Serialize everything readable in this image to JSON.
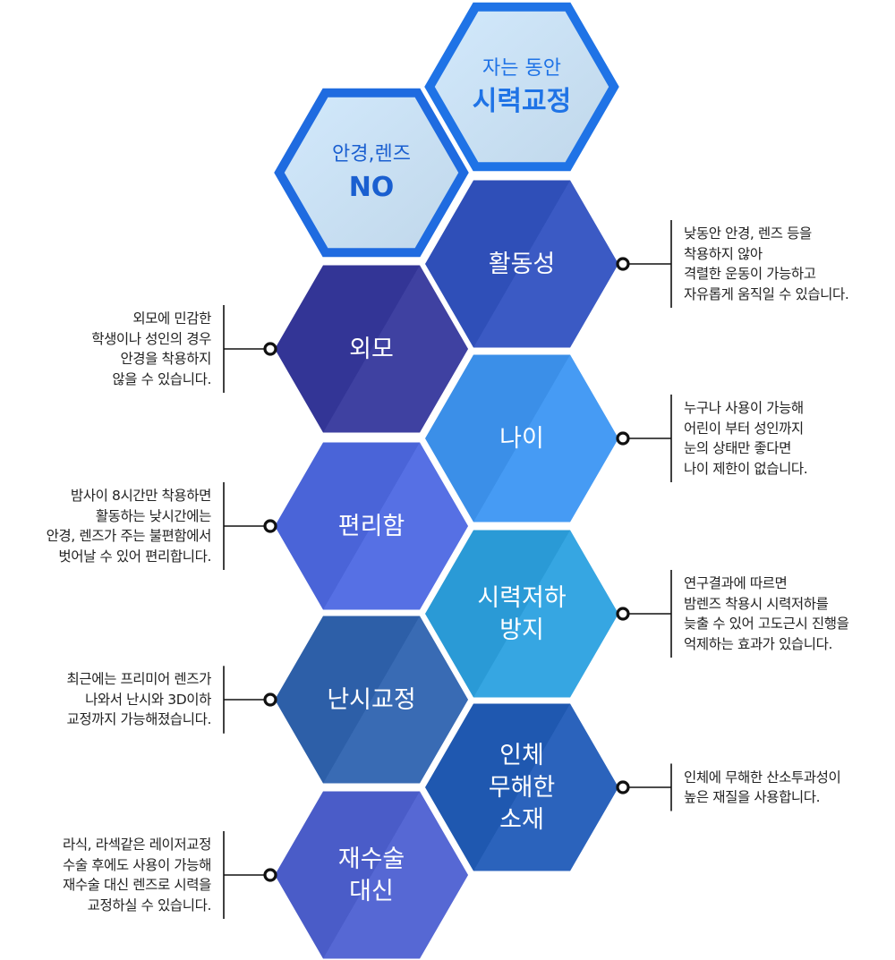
{
  "top_badges": [
    {
      "line1": "자는 동안",
      "line2": "시력교정",
      "fill": "#d2e9fc",
      "stroke": "#1f73e6",
      "text_color": "#1f73e6"
    },
    {
      "line1": "안경,렌즈",
      "line2": "NO",
      "fill": "#d2e9fc",
      "stroke": "#1f6be0",
      "text_color": "#1a5fd0"
    }
  ],
  "features": [
    {
      "label_lines": [
        "활동성"
      ],
      "color": "#2f4fb8",
      "side": "right",
      "desc": [
        "낮동안 안경, 렌즈 등을",
        "착용하지 않아",
        "격렬한 운동이 가능하고",
        "자유롭게 움직일 수 있습니다."
      ]
    },
    {
      "label_lines": [
        "외모"
      ],
      "color": "#333596",
      "side": "left",
      "desc": [
        "외모에 민감한",
        "학생이나 성인의 경우",
        "안경을 착용하지",
        "않을 수 있습니다."
      ]
    },
    {
      "label_lines": [
        "나이"
      ],
      "color": "#3b8fe8",
      "side": "right",
      "desc": [
        "누구나 사용이 가능해",
        "어린이 부터 성인까지",
        "눈의 상태만 좋다면",
        "나이 제한이 없습니다."
      ]
    },
    {
      "label_lines": [
        "편리함"
      ],
      "color": "#4a64d8",
      "side": "left",
      "desc": [
        "밤사이 8시간만 착용하면",
        "활동하는 낮시간에는",
        "안경, 렌즈가 주는 불편함에서",
        "벗어날 수 있어 편리합니다."
      ]
    },
    {
      "label_lines": [
        "시력저하",
        "방지"
      ],
      "color": "#2a9ad6",
      "side": "right",
      "desc": [
        "연구결과에 따르면",
        "밤렌즈 착용시 시력저하를",
        "늦출 수 있어 고도근시 진행을",
        "억제하는 효과가 있습니다."
      ]
    },
    {
      "label_lines": [
        "난시교정"
      ],
      "color": "#2d5fa8",
      "side": "left",
      "desc": [
        "최근에는 프리미어 렌즈가",
        "나와서  난시와 3D이하",
        "교정까지 가능해졌습니다."
      ]
    },
    {
      "label_lines": [
        "인체",
        "무해한",
        "소재"
      ],
      "color": "#1f58b0",
      "side": "right",
      "desc": [
        "인체에 무해한 산소투과성이",
        "높은 재질을 사용합니다."
      ]
    },
    {
      "label_lines": [
        "재수술",
        "대신"
      ],
      "color": "#4a5cc8",
      "side": "left",
      "desc": [
        "라식, 라섹같은 레이저교정",
        "수술 후에도 사용이 가능해",
        "재수술 대신 렌즈로 시력을",
        "교정하실 수 있습니다."
      ]
    }
  ]
}
